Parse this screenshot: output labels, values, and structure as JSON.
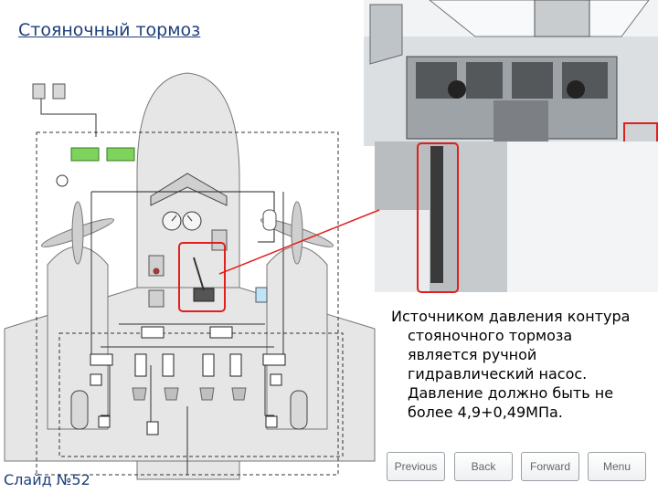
{
  "slide": {
    "title": "Стояночный тормоз",
    "slide_number": "Слайд №52",
    "body_lines": [
      "Источником давления контура",
      "стояночного тормоза",
      "является ручной",
      "гидравлический насос.",
      "Давление должно быть не",
      "более 4,9+0,49МПа."
    ]
  },
  "nav": {
    "previous": "Previous",
    "back": "Back",
    "forward": "Forward",
    "menu": "Menu"
  },
  "colors": {
    "title": "#1f3f7a",
    "highlight": "#e0201c",
    "diagram_fill": "#e6e6e6",
    "panel_green": "#7ed35c"
  },
  "icons": [
    "brake-pressure-gauge-icon",
    "hand-pump-lever-icon",
    "hydraulic-tank-icon",
    "wheel-icon"
  ]
}
